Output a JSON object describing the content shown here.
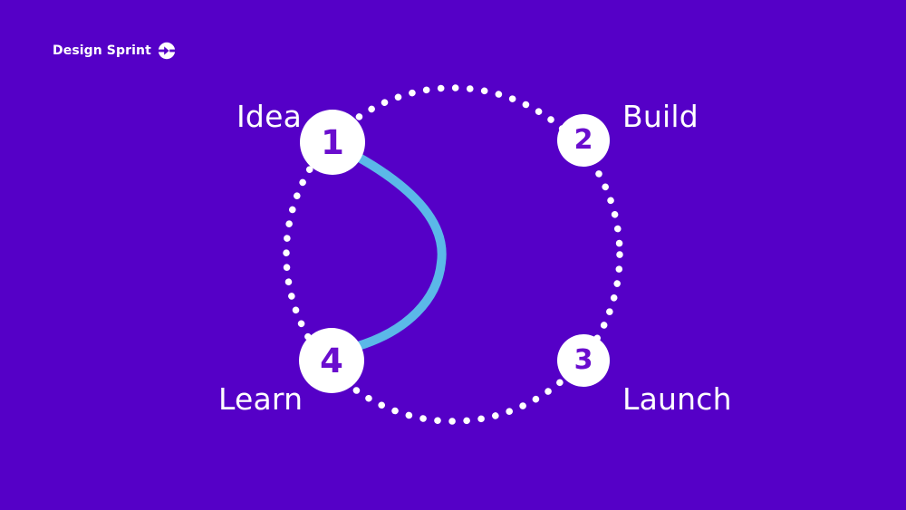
{
  "brand": {
    "name": "Design Sprint",
    "mark_icon": "chevron-circle-icon"
  },
  "colors": {
    "background": "#5500C7",
    "node_fill": "#FFFFFF",
    "node_number": "#6A0DCE",
    "label_text": "#FFFFFF",
    "dotted_ring": "#FFFFFF",
    "highlight_curve": "#5BB8E8"
  },
  "diagram": {
    "type": "cycle",
    "ring_style": "dotted",
    "stages": [
      {
        "number": "1",
        "label": "Idea",
        "size": "large"
      },
      {
        "number": "2",
        "label": "Build",
        "size": "small"
      },
      {
        "number": "3",
        "label": "Launch",
        "size": "small"
      },
      {
        "number": "4",
        "label": "Learn",
        "size": "large"
      }
    ],
    "highlight": {
      "from_stage": "1",
      "to_stage": "4",
      "style": "solid-curve"
    }
  }
}
